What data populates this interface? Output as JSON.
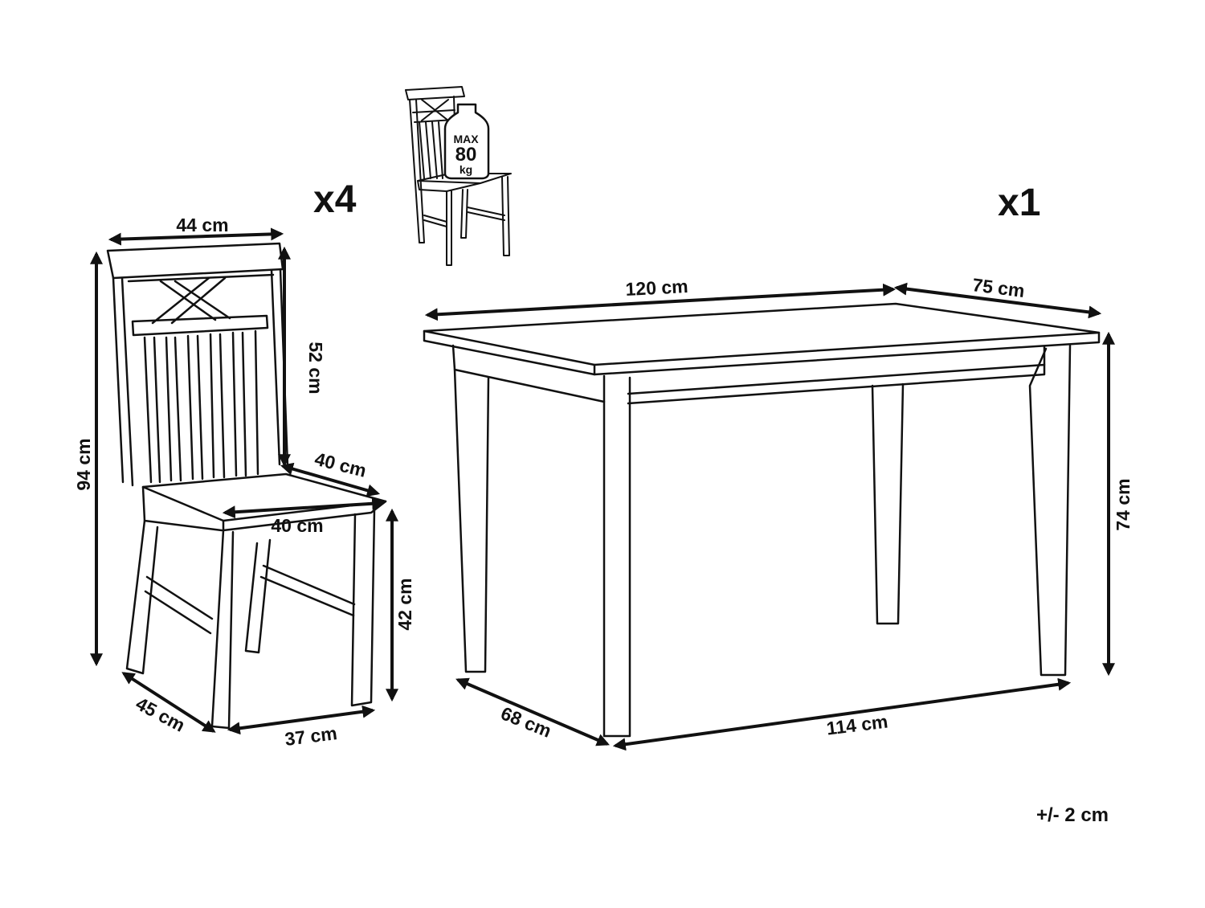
{
  "chair": {
    "quantity": "x4",
    "dimensions": {
      "width_top": "44 cm",
      "height_total": "94 cm",
      "backrest_height": "52 cm",
      "seat_depth": "40 cm",
      "seat_width": "40 cm",
      "seat_height": "42 cm",
      "base_depth": "45 cm",
      "base_width": "37 cm"
    }
  },
  "max_load": {
    "line1": "MAX",
    "line2": "80",
    "line3": "kg"
  },
  "table": {
    "quantity": "x1",
    "dimensions": {
      "length": "120 cm",
      "width": "75 cm",
      "height": "74 cm",
      "leg_span_depth": "68 cm",
      "leg_span_length": "114 cm"
    }
  },
  "tolerance": "+/- 2 cm",
  "colors": {
    "line": "#111111",
    "background": "#ffffff"
  }
}
